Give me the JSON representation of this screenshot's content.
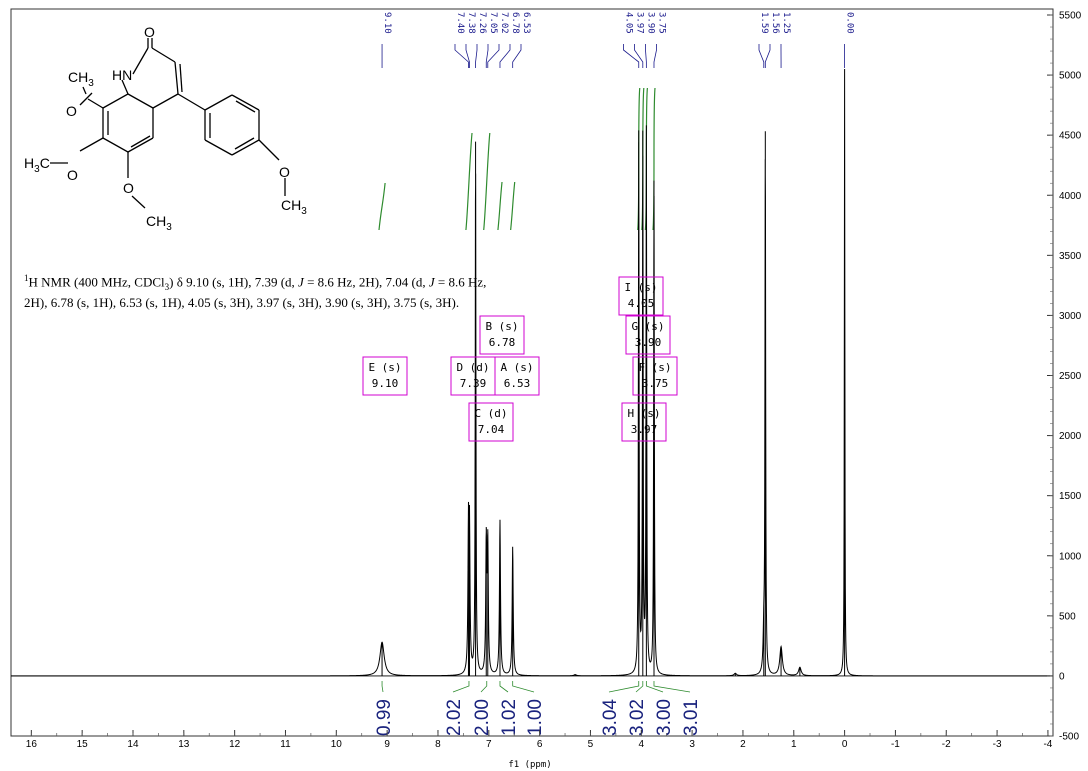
{
  "nmr_description": {
    "p1": "H NMR (400 MHz, CDCl",
    "p1b": "3",
    "p2": ") δ 9.10 (s, 1H), 7.39 (d, ",
    "J": "J",
    "p3": " = 8.6 Hz, 2H), 7.04 (d, ",
    "p4": " = 8.6 Hz, 2H), 6.78 (s, 1H), 6.53 (s, 1H), 4.05 (s, 3H), 3.97 (s, 3H), 3.90 (s, 3H), 3.75 (s, 3H).",
    "sup": "1"
  },
  "molecule_labels": {
    "o1": "O",
    "hn": "HN",
    "ch3_a": "CH",
    "o2": "O",
    "h3c": "H",
    "c_h3c": "C",
    "o3": "O",
    "o4": "O",
    "ch3_b": "CH",
    "o5": "O",
    "ch3_c": "CH",
    "three": "3"
  },
  "chart_data": {
    "type": "line",
    "xlabel": "f1 (ppm)",
    "xlim": [
      16.4,
      -4.1
    ],
    "ylim": [
      -500,
      5550
    ],
    "x_ticks": [
      16,
      15,
      14,
      13,
      12,
      11,
      10,
      9,
      8,
      7,
      6,
      5,
      4,
      3,
      2,
      1,
      0,
      -1,
      -2,
      -3,
      -4
    ],
    "y_ticks": [
      5500,
      5000,
      4500,
      4000,
      3500,
      3000,
      2500,
      2000,
      1500,
      1000,
      500,
      0,
      -500
    ],
    "peaks": [
      {
        "ppm": 9.1,
        "height": 280,
        "width": 0.05
      },
      {
        "ppm": 7.4,
        "height": 1130,
        "width": 0.012
      },
      {
        "ppm": 7.38,
        "height": 1100,
        "width": 0.012
      },
      {
        "ppm": 7.26,
        "height": 4420,
        "width": 0.008
      },
      {
        "ppm": 7.05,
        "height": 1080,
        "width": 0.012
      },
      {
        "ppm": 7.02,
        "height": 1060,
        "width": 0.012
      },
      {
        "ppm": 6.78,
        "height": 1290,
        "width": 0.012
      },
      {
        "ppm": 6.53,
        "height": 1070,
        "width": 0.012
      },
      {
        "ppm": 4.05,
        "height": 4480,
        "width": 0.008
      },
      {
        "ppm": 3.97,
        "height": 4430,
        "width": 0.008
      },
      {
        "ppm": 3.9,
        "height": 4500,
        "width": 0.008
      },
      {
        "ppm": 3.75,
        "height": 4100,
        "width": 0.008
      },
      {
        "ppm": 1.59,
        "height": 300,
        "width": 0.015
      },
      {
        "ppm": 1.56,
        "height": 4470,
        "width": 0.008
      },
      {
        "ppm": 1.25,
        "height": 240,
        "width": 0.03
      },
      {
        "ppm": 0.88,
        "height": 70,
        "width": 0.03
      },
      {
        "ppm": 0.0,
        "height": 5050,
        "width": 0.006
      },
      {
        "ppm": 2.15,
        "height": 20,
        "width": 0.03
      },
      {
        "ppm": 5.3,
        "height": 10,
        "width": 0.03
      }
    ],
    "peak_labels_top": [
      {
        "text": "9.10",
        "ppm": 9.1
      },
      {
        "text": "7.40",
        "ppm": 7.4
      },
      {
        "text": "7.38",
        "ppm": 7.38
      },
      {
        "text": "7.26",
        "ppm": 7.26
      },
      {
        "text": "7.05",
        "ppm": 7.05
      },
      {
        "text": "7.02",
        "ppm": 7.02
      },
      {
        "text": "6.78",
        "ppm": 6.78
      },
      {
        "text": "6.53",
        "ppm": 6.53
      },
      {
        "text": "4.05",
        "ppm": 4.05
      },
      {
        "text": "3.97",
        "ppm": 3.97
      },
      {
        "text": "3.90",
        "ppm": 3.9
      },
      {
        "text": "3.75",
        "ppm": 3.75
      },
      {
        "text": "1.59",
        "ppm": 1.59
      },
      {
        "text": "1.56",
        "ppm": 1.56
      },
      {
        "text": "1.25",
        "ppm": 1.25
      },
      {
        "text": "0.00",
        "ppm": 0.0
      }
    ],
    "integrals": [
      {
        "text": "0.99",
        "ppm": 9.1
      },
      {
        "text": "2.02",
        "ppm": 7.39
      },
      {
        "text": "2.00",
        "ppm": 7.04
      },
      {
        "text": "1.02",
        "ppm": 6.78
      },
      {
        "text": "1.00",
        "ppm": 6.53
      },
      {
        "text": "3.04",
        "ppm": 4.05
      },
      {
        "text": "3.02",
        "ppm": 3.97
      },
      {
        "text": "3.00",
        "ppm": 3.9
      },
      {
        "text": "3.01",
        "ppm": 3.75
      }
    ],
    "multiplets": [
      {
        "label": "E (s)",
        "value": "9.10"
      },
      {
        "label": "D (d)",
        "value": "7.39"
      },
      {
        "label": "A (s)",
        "value": "6.53"
      },
      {
        "label": "B (s)",
        "value": "6.78"
      },
      {
        "label": "C (d)",
        "value": "7.04"
      },
      {
        "label": "I (s)",
        "value": "4.05"
      },
      {
        "label": "G (s)",
        "value": "3.90"
      },
      {
        "label": "F (s)",
        "value": "3.75"
      },
      {
        "label": "H (s)",
        "value": "3.97"
      }
    ],
    "colors": {
      "spectrum": "#000000",
      "integral": "#2e8b2e",
      "multiplet_box": "#d000d0",
      "peak_label": "#1a1a8c",
      "integral_label": "#1a237e"
    }
  }
}
